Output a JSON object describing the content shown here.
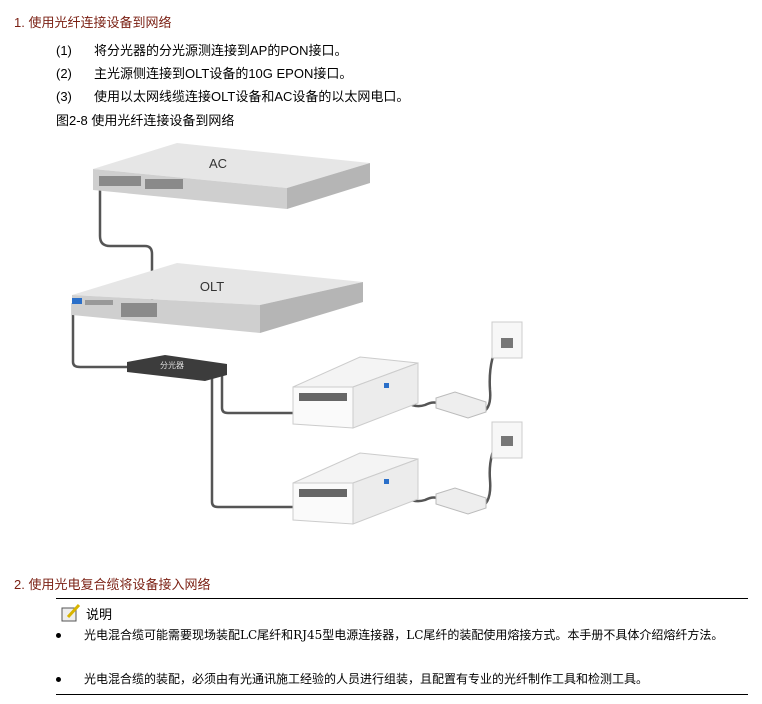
{
  "section1": {
    "title": "1. 使用光纤连接设备到网络",
    "steps": [
      {
        "num": "(1)",
        "text": "将分光器的分光源测连接到AP的PON接口。"
      },
      {
        "num": "(2)",
        "text": "主光源侧连接到OLT设备的10G EPON接口。"
      },
      {
        "num": "(3)",
        "text": "使用以太网线缆连接OLT设备和AC设备的以太网电口。"
      }
    ],
    "figure_caption": "图2-8 使用光纤连接设备到网络",
    "diagram": {
      "ac_label": "AC",
      "olt_label": "OLT",
      "splitter_label": "分光器"
    }
  },
  "section2": {
    "title": "2. 使用光电复合缆将设备接入网络",
    "note": {
      "icon": "note-pencil-icon",
      "title": "说明",
      "bullets": [
        "光电混合缆可能需要现场装配LC尾纤和RJ45型电源连接器，LC尾纤的装配使用熔接方式。本手册不具体介绍熔纤方法。",
        "光电混合缆的装配，必须由有光通讯施工经验的人员进行组装，且配置有专业的光纤制作工具和检测工具。"
      ]
    }
  },
  "colors": {
    "heading": "#7a1f12",
    "device": "#d9d9d9",
    "cable": "#555555",
    "fiber_port": "#2a6fc9"
  }
}
